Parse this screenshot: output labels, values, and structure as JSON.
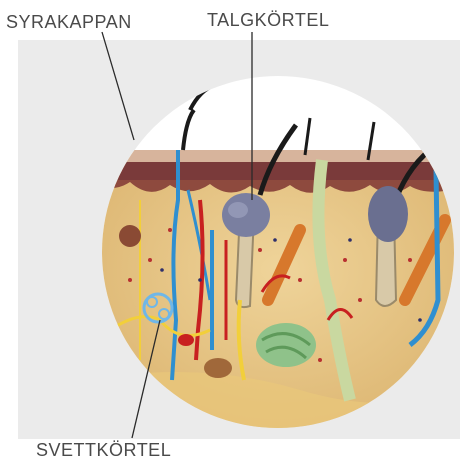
{
  "labels": {
    "syrakappan": "SYRAKAPPAN",
    "talgkortel": "TALGKÖRTEL",
    "svettkortel": "SVETTKÖRTEL"
  },
  "colors": {
    "panel_bg": "#ebebeb",
    "circle_bg": "#ffffff",
    "epidermis": "#d9b8a4",
    "dermis": "#e8c98a",
    "stratum": "#7a3a3a",
    "nerve": "#f2cf3a",
    "vein": "#2f8fd0",
    "artery": "#c82020",
    "gland": "#7a7fa0",
    "leader_line": "#2a2a2a",
    "label_text": "#4a4a4a"
  }
}
